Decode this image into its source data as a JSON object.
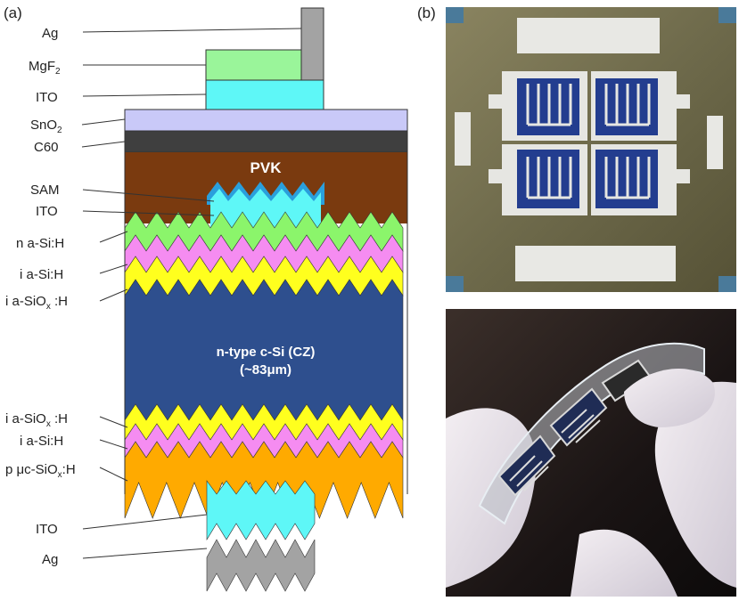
{
  "panels": {
    "a": "(a)",
    "b": "(b)"
  },
  "colors": {
    "ag": "#a3a3a3",
    "mgf2": "#9af59a",
    "ito": "#5ef7f7",
    "sno2": "#c9c9f8",
    "c60": "#3f3f3f",
    "pvk": "#7a3a0f",
    "sam": "#2a9fdc",
    "n_asi": "#8bf56b",
    "i_asi": "#f58cf1",
    "i_asiox": "#ffff1e",
    "csi": "#2e4f8e",
    "p_ucsiox": "#ffaa00"
  },
  "layers": {
    "ag_top": "Ag",
    "mgf2_base": "MgF",
    "mgf2_sub": "2",
    "ito_top": "ITO",
    "sno2_base": "SnO",
    "sno2_sub": "2",
    "c60": "C60",
    "sam": "SAM",
    "ito_mid": "ITO",
    "n_asi": "n a-Si:H",
    "i_asi_top": "i a-Si:H",
    "i_asiox_top_base": "i a-SiO",
    "i_asiox_top_sub": "x",
    "i_asiox_top_tail": " :H",
    "i_asiox_bot_base": "i a-SiO",
    "i_asiox_bot_sub": "x",
    "i_asiox_bot_tail": " :H",
    "i_asi_bot": "i a-Si:H",
    "p_ucsiox_base": "p μc-SiO",
    "p_ucsiox_sub": "x",
    "p_ucsiox_tail": ":H",
    "ito_bot": "ITO",
    "ag_bot": "Ag"
  },
  "inner_text": {
    "pvk": "PVK",
    "csi_line1": "n-type c-Si (CZ)",
    "csi_line2": "(~83μm)"
  }
}
